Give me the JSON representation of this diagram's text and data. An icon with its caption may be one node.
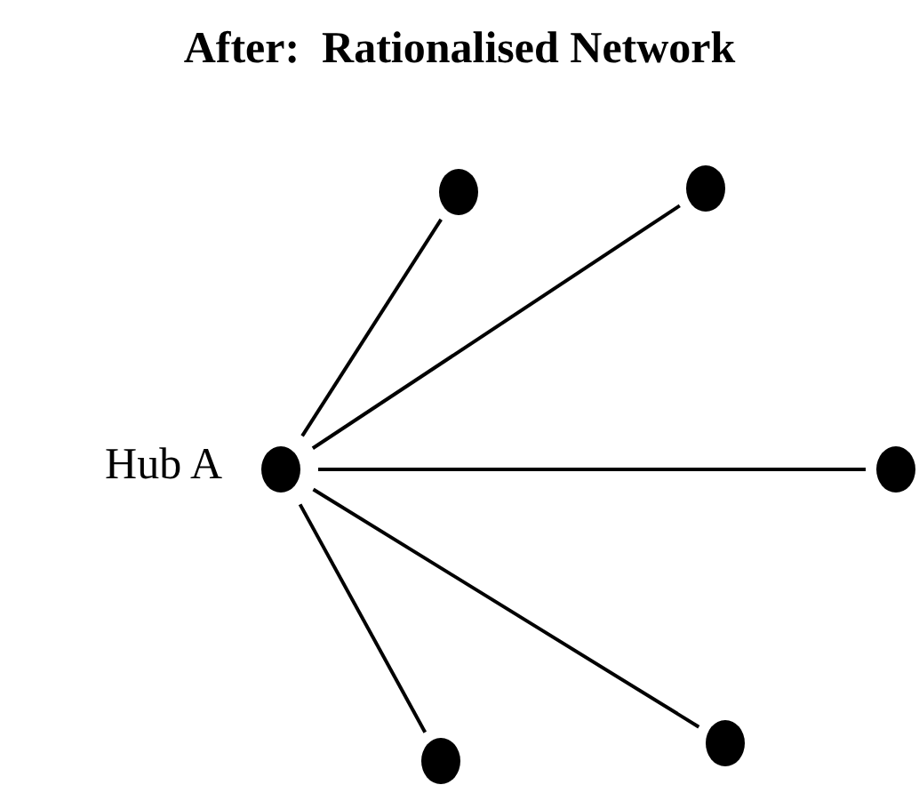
{
  "diagram": {
    "title": "After:  Rationalised Network",
    "nodes": [
      {
        "text": [],
        "shape": "circle"
      },
      {
        "text": [],
        "shape": "circle"
      },
      {
        "text": [],
        "shape": "circle",
        "beside": [
          "Hub A"
        ]
      },
      {
        "text": [],
        "shape": "circle"
      },
      {
        "text": [],
        "shape": "circle"
      },
      {
        "text": [],
        "shape": "circle"
      }
    ],
    "edges": [
      {
        "from": 2,
        "to": 0,
        "arrow": "none"
      },
      {
        "from": 2,
        "to": 1,
        "arrow": "none"
      },
      {
        "from": 2,
        "to": 3,
        "arrow": "none"
      },
      {
        "from": 2,
        "to": 4,
        "arrow": "none"
      },
      {
        "from": 2,
        "to": 5,
        "arrow": "none"
      }
    ]
  }
}
